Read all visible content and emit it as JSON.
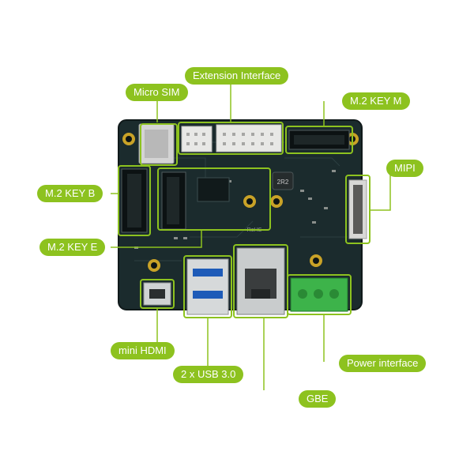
{
  "labels": {
    "extension_interface": "Extension Interface",
    "micro_sim": "Micro SIM",
    "m2_key_m": "M.2 KEY M",
    "mipi": "MIPI",
    "m2_key_b": "M.2 KEY B",
    "m2_key_e": "M.2 KEY E",
    "mini_hdmi": "mini HDMI",
    "usb": "2 x USB 3.0",
    "gbe": "GBE",
    "power_interface": "Power interface"
  },
  "board_text": {
    "inductor": "2R2",
    "rohs": "RoHS"
  },
  "colors": {
    "accent": "#8dc21f",
    "board": "#1b2b2d",
    "terminal": "#3db34a"
  }
}
